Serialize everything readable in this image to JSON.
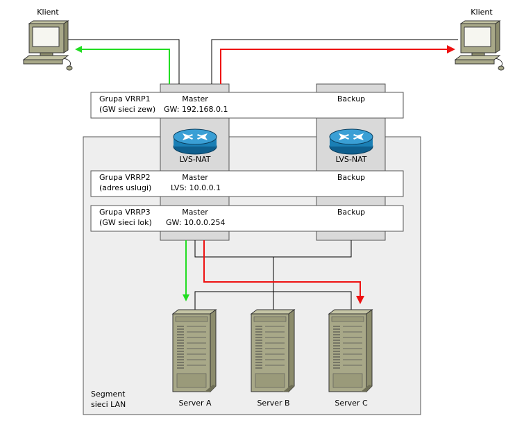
{
  "clients": {
    "left_label": "Klient",
    "right_label": "Klient"
  },
  "lan_segment": {
    "label_line1": "Segment",
    "label_line2": "sieci LAN"
  },
  "routers": {
    "master_label": "LVS-NAT",
    "backup_label": "LVS-NAT"
  },
  "vrrp_groups": [
    {
      "name": "Grupa VRRP1",
      "desc": "(GW sieci zew)",
      "master": "Master",
      "address": "GW: 192.168.0.1",
      "backup": "Backup"
    },
    {
      "name": "Grupa VRRP2",
      "desc": "(adres uslugi)",
      "master": "Master",
      "address": "LVS: 10.0.0.1",
      "backup": "Backup"
    },
    {
      "name": "Grupa VRRP3",
      "desc": "(GW sieci lok)",
      "master": "Master",
      "address": "GW: 10.0.0.254",
      "backup": "Backup"
    }
  ],
  "servers": [
    {
      "label": "Server A"
    },
    {
      "label": "Server B"
    },
    {
      "label": "Server C"
    }
  ],
  "colors": {
    "flow_green": "#22dd22",
    "flow_red": "#ee1111",
    "router_blue": "#1a7fb5"
  }
}
